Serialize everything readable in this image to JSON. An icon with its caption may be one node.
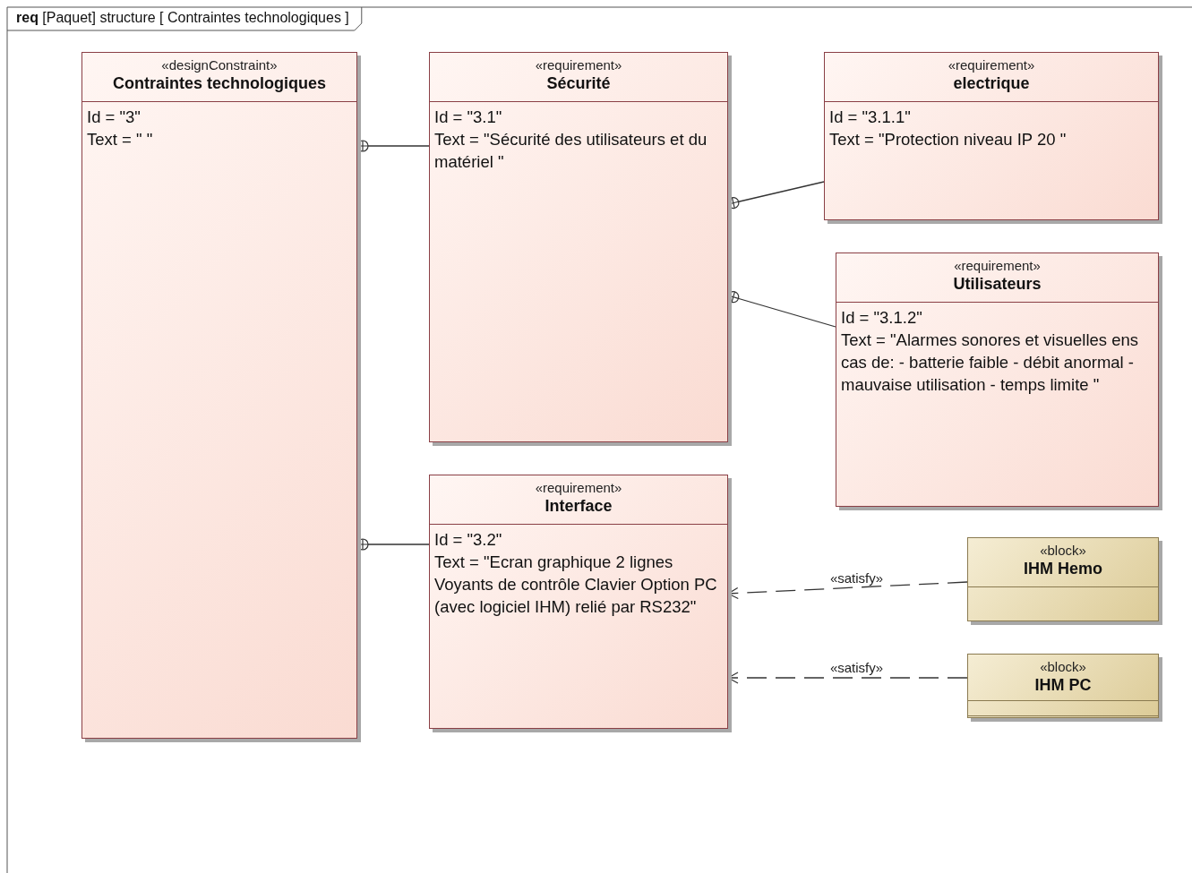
{
  "diagram": {
    "title": "**req** [Paquet] structure [ Contraintes technologiques ]",
    "nodes": [
      {
        "text": [
          "«designConstraint»",
          "Contraintes technologiques",
          "Id = \"3\"",
          "Text = \" \""
        ]
      },
      {
        "text": [
          "«requirement»",
          "Sécurité",
          "Id = \"3.1\"",
          "Text = \"Sécurité des utilisateurs et du matériel \""
        ]
      },
      {
        "text": [
          "«requirement»",
          "electrique",
          "Id = \"3.1.1\"",
          "Text = \"Protection niveau IP 20 \""
        ]
      },
      {
        "text": [
          "«requirement»",
          "Utilisateurs",
          "Id = \"3.1.2\"",
          "Text = \"Alarmes sonores et visuelles ens cas de: - batterie faible - débit anormal - mauvaise utilisation - temps limite \""
        ]
      },
      {
        "text": [
          "«requirement»",
          "Interface",
          "Id = \"3.2\"",
          "Text = \"Ecran graphique 2 lignes Voyants de contrôle Clavier Option PC (avec logiciel IHM) relié par RS232\""
        ]
      },
      {
        "text": [
          "«block»",
          "IHM Hemo"
        ]
      },
      {
        "text": [
          "«block»",
          "IHM PC"
        ]
      }
    ],
    "edges": [
      {
        "from": 0,
        "to": 1,
        "arrow": "other"
      },
      {
        "from": 0,
        "to": 4,
        "arrow": "other"
      },
      {
        "from": 1,
        "to": 2,
        "arrow": "other"
      },
      {
        "from": 1,
        "to": 3,
        "arrow": "other"
      },
      {
        "from": 5,
        "to": 4,
        "arrow": "to",
        "label": "«satisfy»",
        "style": "dashed"
      },
      {
        "from": 6,
        "to": 4,
        "arrow": "to",
        "label": "«satisfy»",
        "style": "dashed"
      }
    ]
  }
}
